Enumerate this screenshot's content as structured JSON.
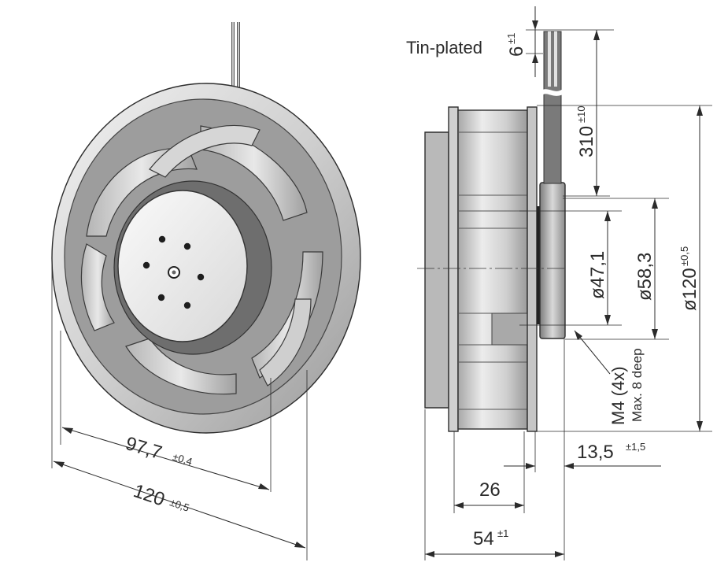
{
  "drawing": {
    "note_label": "Tin-plated",
    "dims": {
      "lead_length": {
        "value": "6",
        "tol": "±1"
      },
      "cable_length": {
        "value": "310",
        "tol": "±10"
      },
      "hub_diameter": {
        "value": "ø47,1"
      },
      "flange_diameter": {
        "value": "ø58,3"
      },
      "outer_diameter": {
        "value": "ø120",
        "tol": "±0,5"
      },
      "inlet_diameter": {
        "value": "97,7",
        "tol": "±0,4"
      },
      "overall_diameter": {
        "value": "120",
        "tol": "±0,5"
      },
      "flange_thickness": {
        "value": "13,5",
        "tol": "±1,5"
      },
      "depth_26": {
        "value": "26"
      },
      "overall_depth": {
        "value": "54",
        "tol": "±1"
      }
    },
    "thread_note": {
      "line1": "M4 (4x)",
      "line2": "Max. 8 deep"
    }
  },
  "colors": {
    "metal_light": "#e6e6e6",
    "metal_mid": "#bdbdbd",
    "metal_dark": "#8a8a8a",
    "line": "#2b2b2b"
  }
}
